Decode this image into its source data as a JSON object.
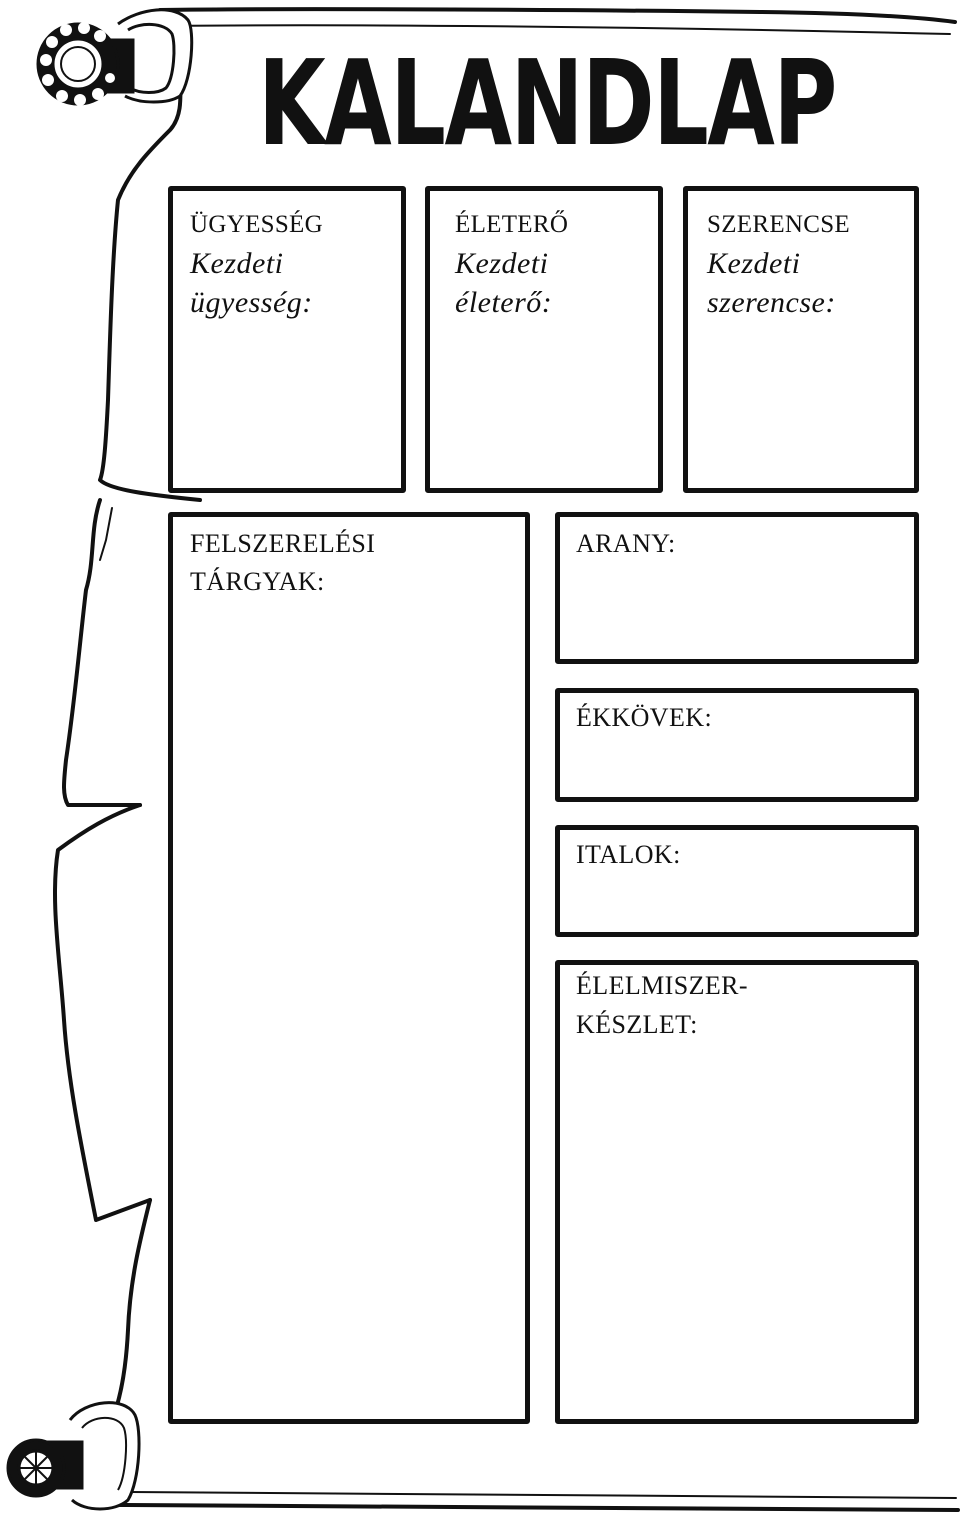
{
  "title": "KALANDLAP",
  "stats": [
    {
      "name": "ÜGYESSÉG",
      "starting_line1": "Kezdeti",
      "starting_line2": "ügyesség:"
    },
    {
      "name": "ÉLETERŐ",
      "starting_line1": "Kezdeti",
      "starting_line2": "életerő:"
    },
    {
      "name": "SZERENCSE",
      "starting_line1": "Kezdeti",
      "starting_line2": "szerencse:"
    }
  ],
  "equipment": {
    "line1": "FELSZERELÉSI",
    "line2": "TÁRGYAK:"
  },
  "gold": {
    "label": "ARANY:"
  },
  "jewels": {
    "label": "ÉKKÖVEK:"
  },
  "potions": {
    "label": "ITALOK:"
  },
  "provisions": {
    "line1": "ÉLELMISZER-",
    "line2": "KÉSZLET:"
  },
  "icons": {
    "top": "scroll-knob-icon",
    "bottom": "scroll-knob-icon"
  },
  "colors": {
    "ink": "#111111",
    "paper": "#ffffff"
  }
}
